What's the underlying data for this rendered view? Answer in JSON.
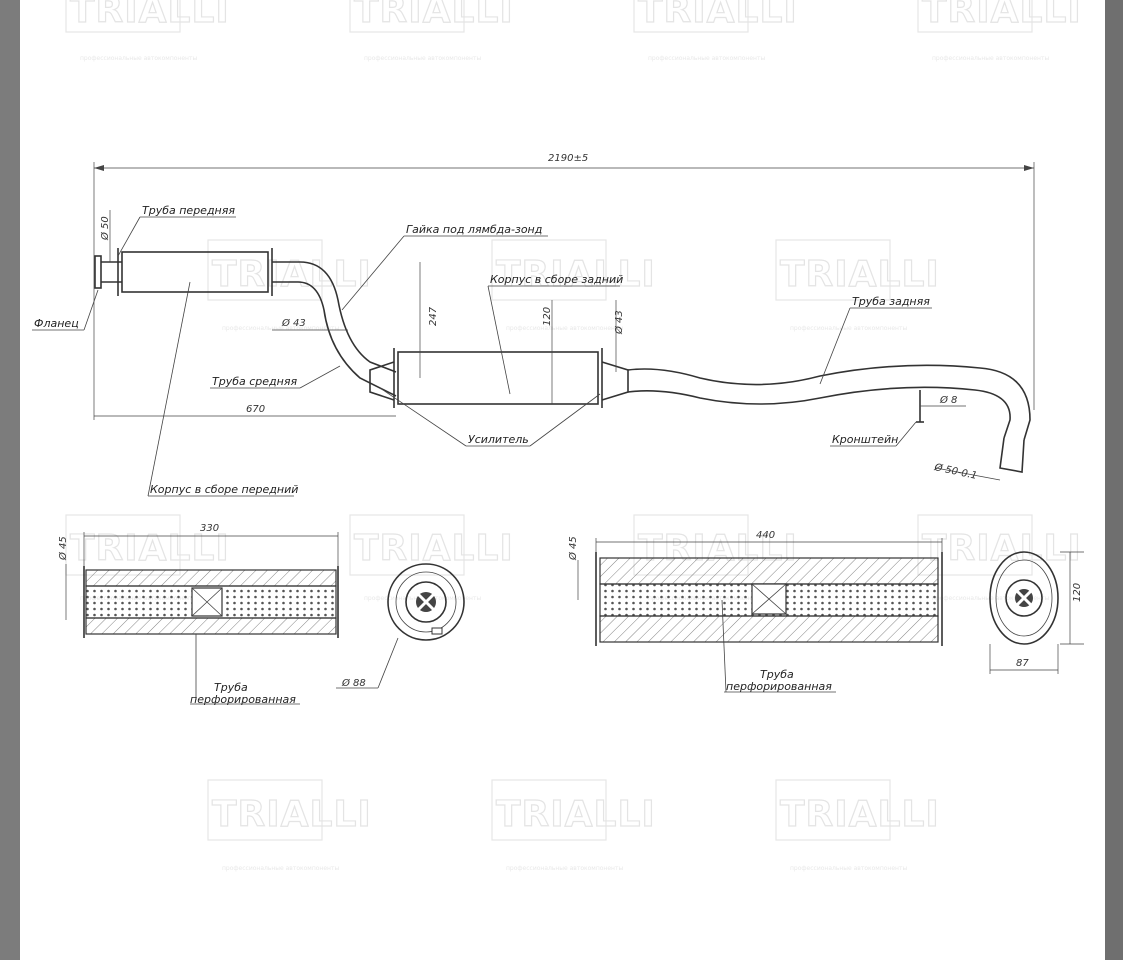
{
  "watermark": {
    "brand": "TRIALLI",
    "tagline": "профессиональные автокомпоненты"
  },
  "drawing": {
    "overall_length": "2190±5",
    "dim_front_pipe_diameter": "Ø 50",
    "dim_mid_pipe_diameter": "Ø 43",
    "dim_rear_inlet_diameter": "Ø 43",
    "dim_height_offset": "247",
    "dim_rear_body_height": "120",
    "dim_front_section_length": "670",
    "dim_bracket_diameter": "Ø 8",
    "dim_tailpipe_diameter": "Ø 50-0.1",
    "labels": {
      "front_pipe": "Труба передняя",
      "flange": "Фланец",
      "lambda_nut": "Гайка под лямбда-зонд",
      "rear_body": "Корпус в сборе задний",
      "rear_pipe": "Труба задняя",
      "middle_pipe": "Труба средняя",
      "reinforcement": "Усилитель",
      "bracket": "Кронштейн",
      "front_body": "Корпус в сборе передний"
    }
  },
  "section_front": {
    "length": "330",
    "inner_diameter": "Ø 45",
    "outer_diameter": "Ø 88",
    "label_line1": "Труба",
    "label_line2": "перфорированная"
  },
  "section_rear": {
    "length": "440",
    "inner_diameter": "Ø 45",
    "height": "120",
    "width": "87",
    "label_line1": "Труба",
    "label_line2": "перфорированная"
  }
}
